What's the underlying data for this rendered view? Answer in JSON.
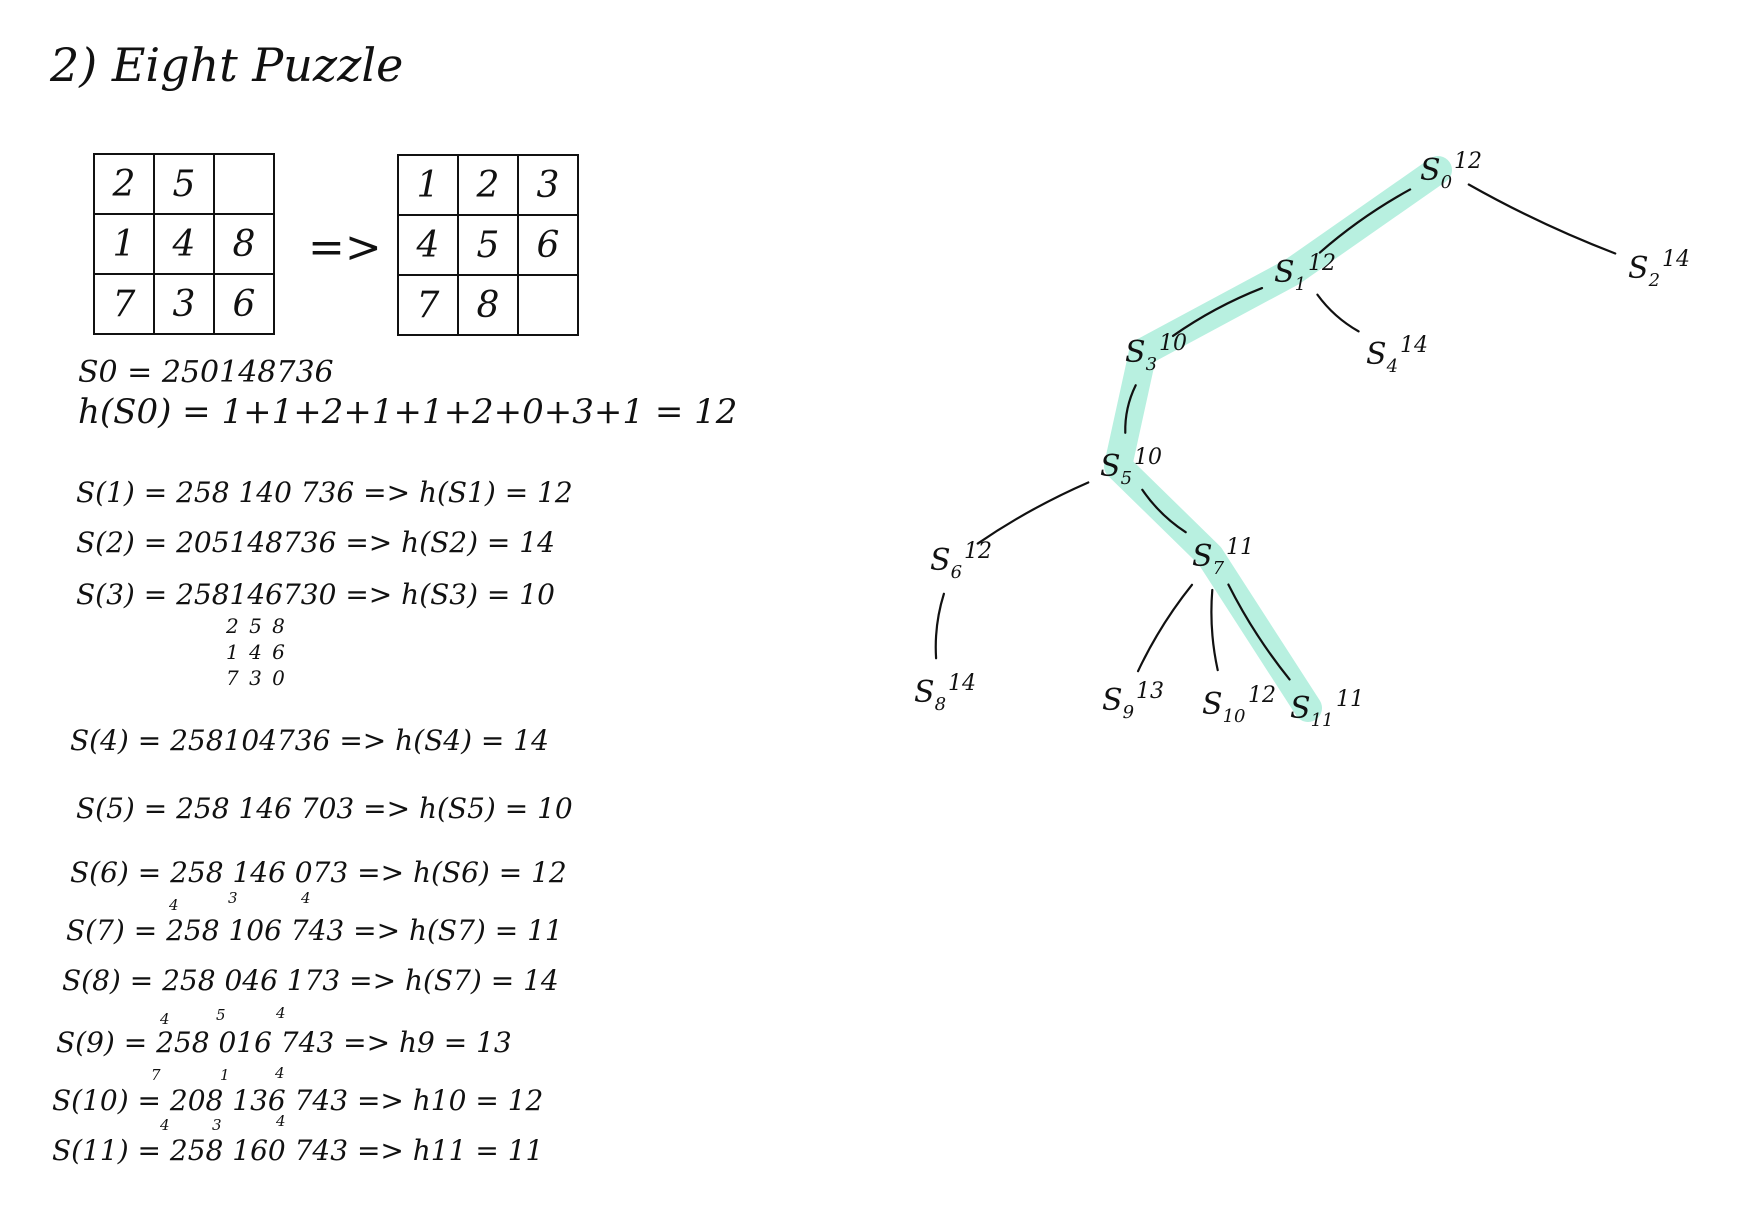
{
  "title": "2) Eight Puzzle",
  "start_grid": [
    [
      "2",
      "5",
      ""
    ],
    [
      "1",
      "4",
      "8"
    ],
    [
      "7",
      "3",
      "6"
    ]
  ],
  "goal_grid": [
    [
      "1",
      "2",
      "3"
    ],
    [
      "4",
      "5",
      "6"
    ],
    [
      "7",
      "8",
      ""
    ]
  ],
  "arrow": "=>",
  "s0_line": "S0 = 250148736",
  "h0_line": "h(S0) = 1+1+2+1+1+2+0+3+1 = 12",
  "states": [
    "S(1) = 258 140 736 => h(S1) = 12",
    "S(2) = 205148736 => h(S2) = 14",
    "S(3) = 258146730 => h(S3) = 10",
    "S(4) = 258104736 => h(S4) = 14",
    "S(5) = 258 146 703 => h(S5) = 10",
    "S(6) = 258 146 073 => h(S6) = 12",
    "S(7) = 258 106 743 => h(S7) = 11",
    "S(8) = 258 046 173 => h(S7) = 14",
    "S(9) = 258 016 743 => h9 = 13",
    "S(10) = 208 136 743 => h10 = 12",
    "S(11) = 258 160 743 => h11 = 11"
  ],
  "s3_grid_rows": [
    "2 5 8",
    "1 4 6",
    "7 3 0"
  ],
  "s7_marks": [
    "4",
    "3",
    "4"
  ],
  "s9_marks": [
    "4",
    "5",
    "4"
  ],
  "s10_marks": [
    "7",
    "1",
    "4"
  ],
  "s11_marks": [
    "4",
    "3",
    "4"
  ],
  "tree": {
    "highlight_color": "#b8f0e0",
    "nodes": [
      {
        "id": "S0",
        "label": "S",
        "sub": "0",
        "h": "12"
      },
      {
        "id": "S1",
        "label": "S",
        "sub": "1",
        "h": "12"
      },
      {
        "id": "S2",
        "label": "S",
        "sub": "2",
        "h": "14"
      },
      {
        "id": "S3",
        "label": "S",
        "sub": "3",
        "h": "10"
      },
      {
        "id": "S4",
        "label": "S",
        "sub": "4",
        "h": "14"
      },
      {
        "id": "S5",
        "label": "S",
        "sub": "5",
        "h": "10"
      },
      {
        "id": "S6",
        "label": "S",
        "sub": "6",
        "h": "12"
      },
      {
        "id": "S7",
        "label": "S",
        "sub": "7",
        "h": "11"
      },
      {
        "id": "S8",
        "label": "S",
        "sub": "8",
        "h": "14"
      },
      {
        "id": "S9",
        "label": "S",
        "sub": "9",
        "h": "13"
      },
      {
        "id": "S10",
        "label": "S",
        "sub": "10",
        "h": "12"
      },
      {
        "id": "S11",
        "label": "S",
        "sub": "11",
        "h": "11"
      }
    ],
    "edges": [
      [
        "S0",
        "S1"
      ],
      [
        "S0",
        "S2"
      ],
      [
        "S1",
        "S3"
      ],
      [
        "S1",
        "S4"
      ],
      [
        "S3",
        "S5"
      ],
      [
        "S5",
        "S6"
      ],
      [
        "S5",
        "S7"
      ],
      [
        "S6",
        "S8"
      ],
      [
        "S7",
        "S9"
      ],
      [
        "S7",
        "S10"
      ],
      [
        "S7",
        "S11"
      ]
    ],
    "highlighted_path": [
      "S0",
      "S1",
      "S3",
      "S5",
      "S7",
      "S11"
    ]
  }
}
